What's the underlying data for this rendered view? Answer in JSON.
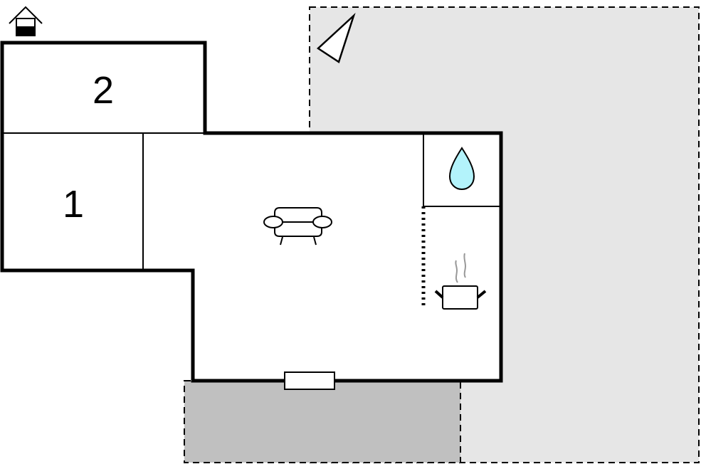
{
  "floorplan": {
    "rooms": [
      {
        "id": "room-1",
        "label": "1"
      },
      {
        "id": "room-2",
        "label": "2"
      }
    ],
    "icons": [
      "house-entrance-icon",
      "north-compass-icon",
      "bathroom-water-drop-icon",
      "living-room-sofa-icon",
      "kitchen-pot-icon"
    ],
    "colors": {
      "garden": "#e6e6e6",
      "terrace": "#c0c0c0",
      "water": "#b3f3fb",
      "wall": "#000000",
      "steam": "#999999"
    }
  }
}
